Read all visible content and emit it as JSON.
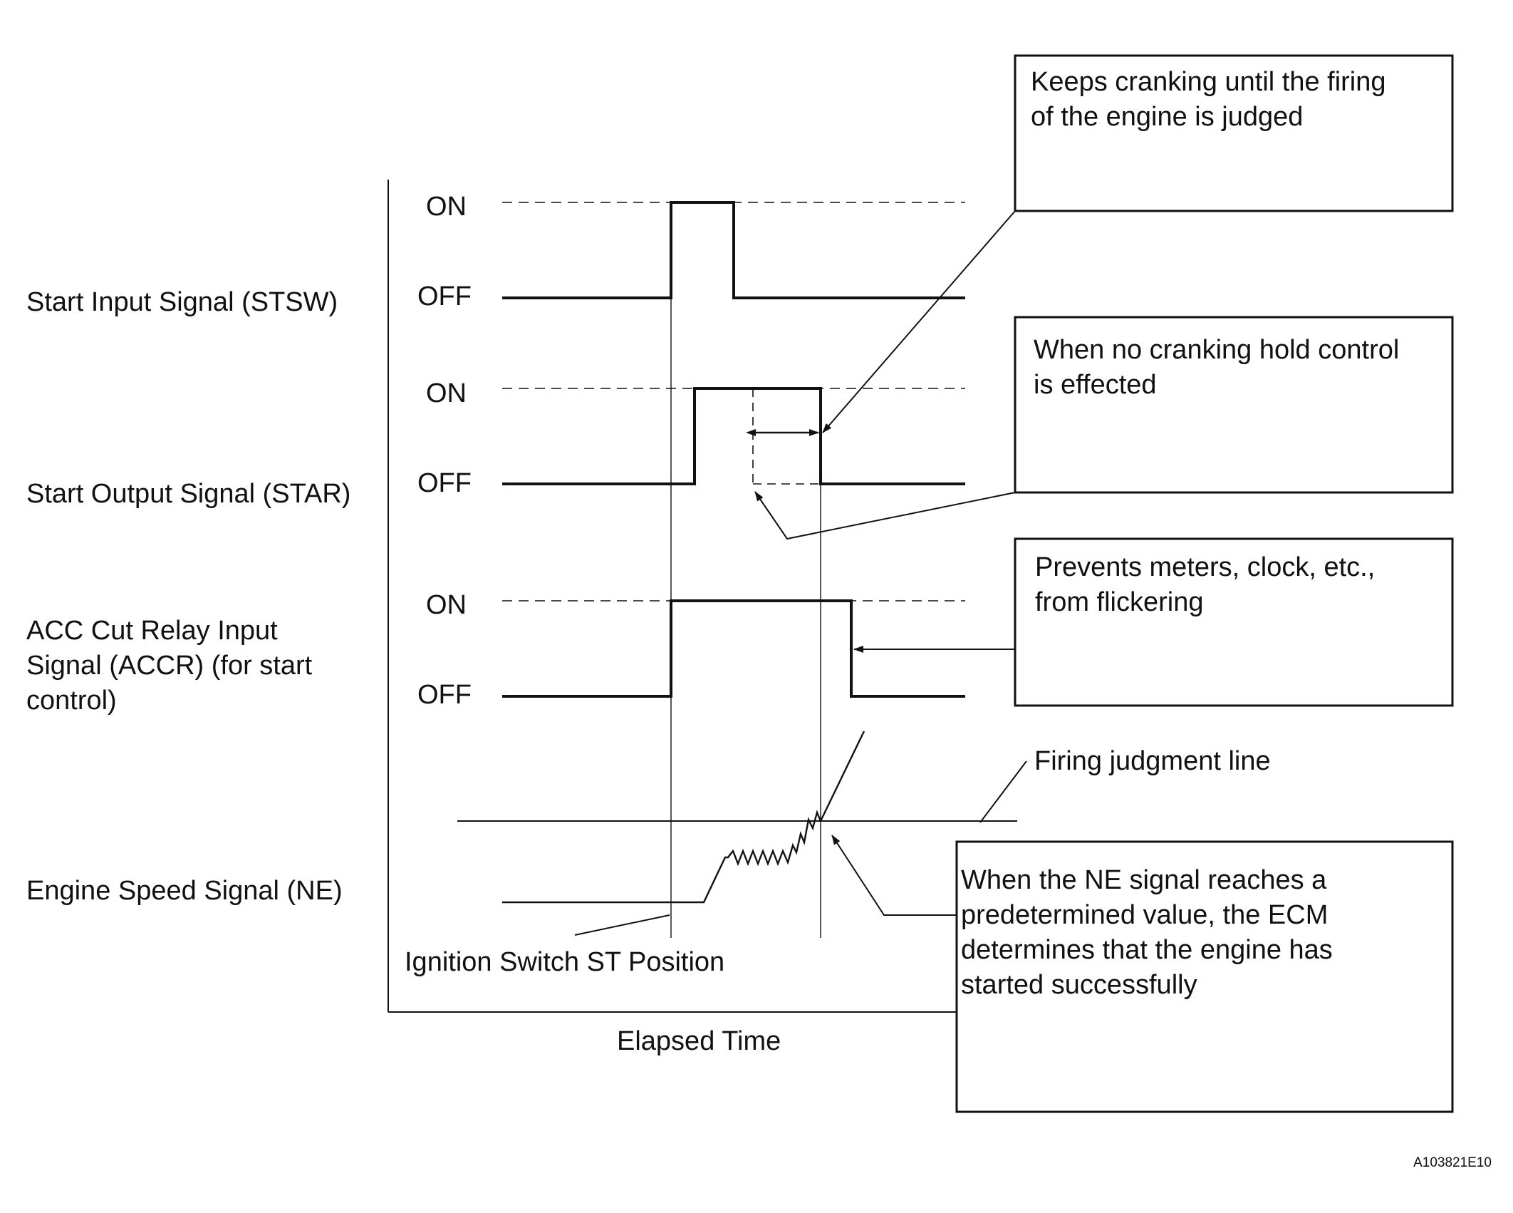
{
  "signals": {
    "stsw": {
      "label": "Start Input Signal (STSW)",
      "on": "ON",
      "off": "OFF"
    },
    "star": {
      "label": "Start Output Signal (STAR)",
      "on": "ON",
      "off": "OFF"
    },
    "accr": {
      "label_lines": [
        "ACC Cut Relay Input",
        "Signal (ACCR) (for start",
        "control)"
      ],
      "on": "ON",
      "off": "OFF"
    },
    "ne": {
      "label": "Engine Speed Signal (NE)"
    }
  },
  "annotations": {
    "ignition": "Ignition Switch ST Position",
    "elapsed_time": "Elapsed Time",
    "firing_line": "Firing judgment line",
    "box_cranking": [
      "Keeps cranking until the firing",
      "of the engine is judged"
    ],
    "box_no_hold": [
      "When no cranking hold control",
      "is effected"
    ],
    "box_meters": [
      "Prevents meters, clock, etc.,",
      "from flickering"
    ],
    "box_ne": [
      "When the NE signal reaches a",
      "predetermined value, the ECM",
      "determines that the engine has",
      "started successfully"
    ]
  },
  "figure_code": "A103821E10"
}
